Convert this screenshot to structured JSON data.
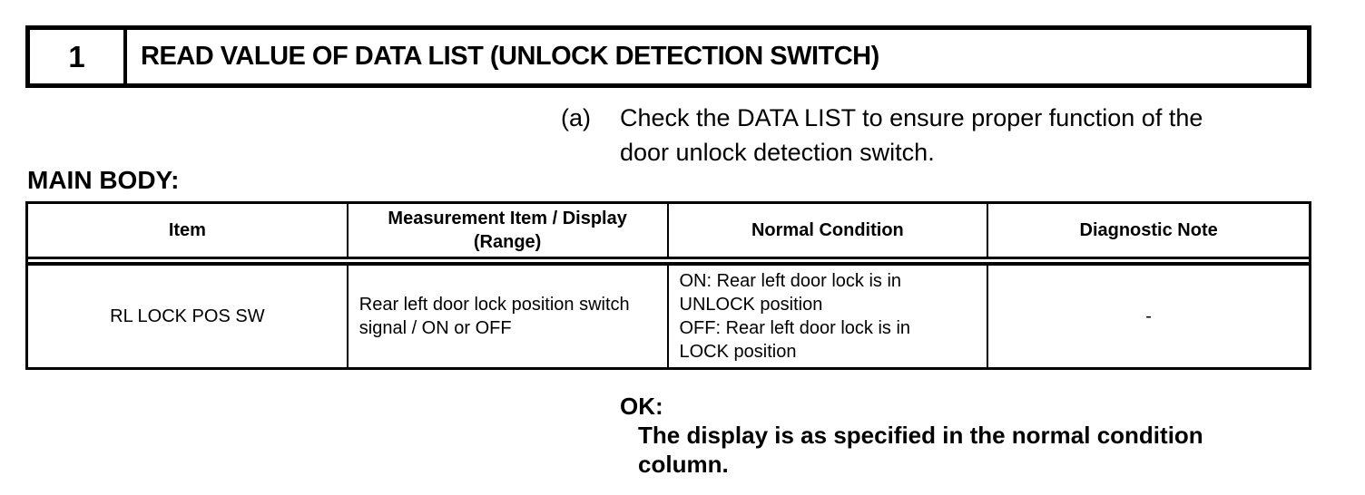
{
  "step": {
    "number": "1",
    "title": "READ VALUE OF DATA LIST (UNLOCK DETECTION SWITCH)"
  },
  "instruction": {
    "label": "(a)",
    "text": "Check the DATA LIST to ensure proper function of the\ndoor unlock detection switch."
  },
  "section_label": "MAIN BODY:",
  "table": {
    "headers": [
      "Item",
      "Measurement Item / Display\n(Range)",
      "Normal Condition",
      "Diagnostic Note"
    ],
    "rows": [
      {
        "item": "RL LOCK POS SW",
        "measurement": "Rear left door lock position switch\nsignal / ON or OFF",
        "normal_condition": "ON: Rear left door lock is in\nUNLOCK position\nOFF: Rear left door lock is in\nLOCK position",
        "diagnostic_note": "-"
      }
    ]
  },
  "result": {
    "label": "OK:",
    "text": "The display is as specified in the normal condition\ncolumn."
  }
}
